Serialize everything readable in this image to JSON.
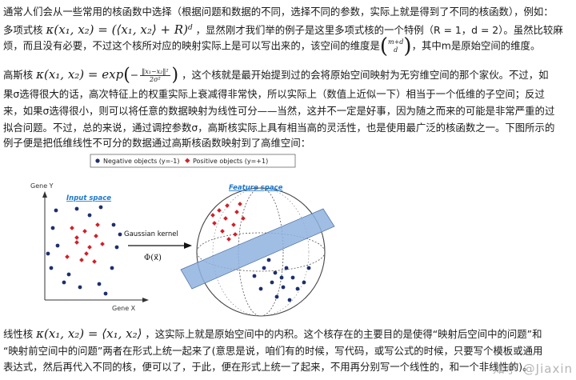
{
  "para1": {
    "line1": "通常人们会从一些常用的核函数中选择（根据问题和数据的不同，选择不同的参数，实际上就是得到了不同的核函数），例如：",
    "line2_prefix": "多项式核",
    "poly_formula": "κ(x₁, x₂) = (⟨x₁, x₂⟩ + R)",
    "poly_exp": "d",
    "line2_suffix": "，显然刚才我们举的例子是这里多项式核的一个特例（R = 1，d = 2）。虽然比较麻",
    "line3_prefix": "烦，而且没有必要，不过这个核所对应的映射实际上是可以写出来的，该空间的维度是",
    "binom_top": "m+d",
    "binom_bottom": "d",
    "line3_suffix": "，其中m是原始空间的维度。"
  },
  "para2": {
    "line1_prefix": "高斯核",
    "gauss_lhs": "κ(x₁, x₂) = exp",
    "gauss_num": "‖x₁−x₂‖²",
    "gauss_den": "2σ²",
    "line1_suffix": "，这个核就是最开始提到过的会将原始空间映射为无穷维空间的那个家伙。不过，如",
    "line2": "果σ选得很大的话，高次特征上的权重实际上衰减得非常快，所以实际上（数值上近似一下）相当于一个低维的子空间；反过",
    "line3": "来，如果σ选得很小，则可以将任意的数据映射为线性可分——当然，这并不一定是好事，因为随之而来的可能是非常严重的过",
    "line4": "拟合问题。不过，总的来说，通过调控参数σ，高斯核实际上具有相当高的灵活性，也是使用最广泛的核函数之一。下图所示的",
    "line5": "例子便是把低维线性不可分的数据通过高斯核函数映射到了高维空间："
  },
  "figure": {
    "legend_negative": "Negative objects (y=-1)",
    "legend_positive": "Positive objects (y=+1)",
    "axis_y": "Gene Y",
    "axis_x": "Gene X",
    "input_title": "Input space",
    "feature_title": "Feature space",
    "arrow_label": "Gaussian kernel",
    "phi_label": "Φ(x⃗)",
    "colors": {
      "negative": "#1d2f6e",
      "positive": "#d0202a",
      "plane": "#8fb3df",
      "title": "#1f78c8"
    }
  },
  "para3": {
    "line1_prefix": "线性核",
    "linear_formula": "κ(x₁, x₂) = ⟨x₁, x₂⟩",
    "line1_suffix": "，这实际上就是原始空间中的内积。这个核存在的主要目的是使得“映射后空间中的问题”和",
    "line2": "“映射前空间中的问题”两者在形式上统一起来了(意思是说，咱们有的时候，写代码，或写公式的时候，只要写个模板或通用",
    "line3": "表达式，然后再代入不同的核，便可以了，于此，便在形式上统一了起来，不用再分别写一个线性的，和一个非线性的)。"
  },
  "watermark": "知乎 @Jiaxin"
}
